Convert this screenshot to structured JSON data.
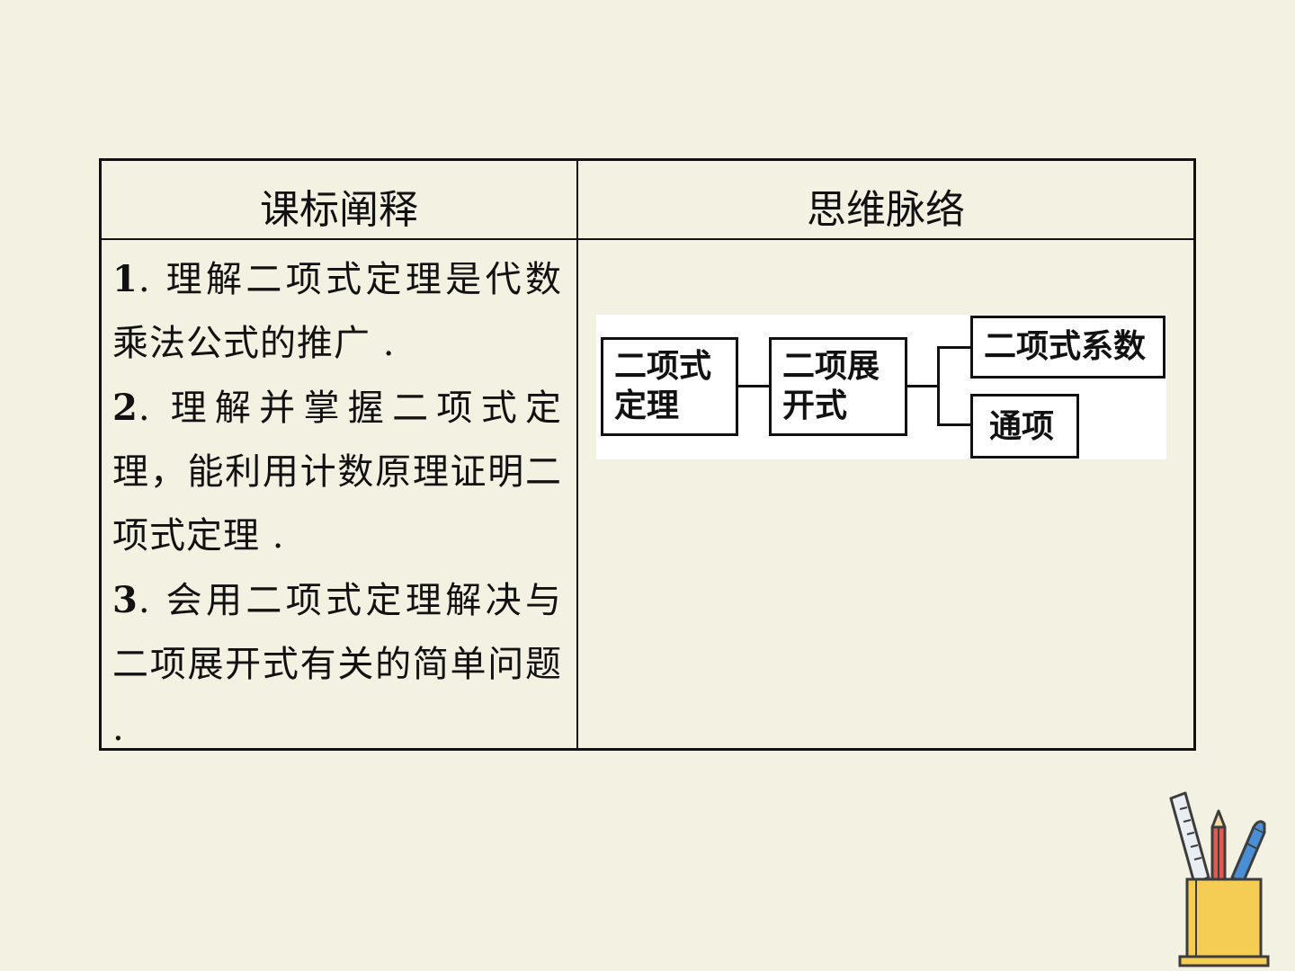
{
  "table": {
    "header_left": "课标阐释",
    "header_right": "思维脉络",
    "objectives": [
      {
        "num": "1",
        "text": ". 理解二项式定理是代数乘法公式的推广 ."
      },
      {
        "num": "2",
        "text": ". 理解并掌握二项式定理，能利用计数原理证明二项式定理 ."
      },
      {
        "num": "3",
        "text": ". 会用二项式定理解决与二项展开式有关的简单问题 ."
      }
    ]
  },
  "mindmap": {
    "node_theorem_line1": "二项式",
    "node_theorem_line2": "定理",
    "node_expansion_line1": "二项展",
    "node_expansion_line2": "开式",
    "node_coefficient": "二项式系数",
    "node_general_term": "通项"
  },
  "decoration": {
    "icon": "pencil-cup-icon",
    "colors": {
      "cup": "#f5cd55",
      "ruler": "#e8eef2",
      "pencil": "#e05a4f",
      "pen": "#4a8fd6",
      "outline": "#3d3d3d"
    }
  }
}
